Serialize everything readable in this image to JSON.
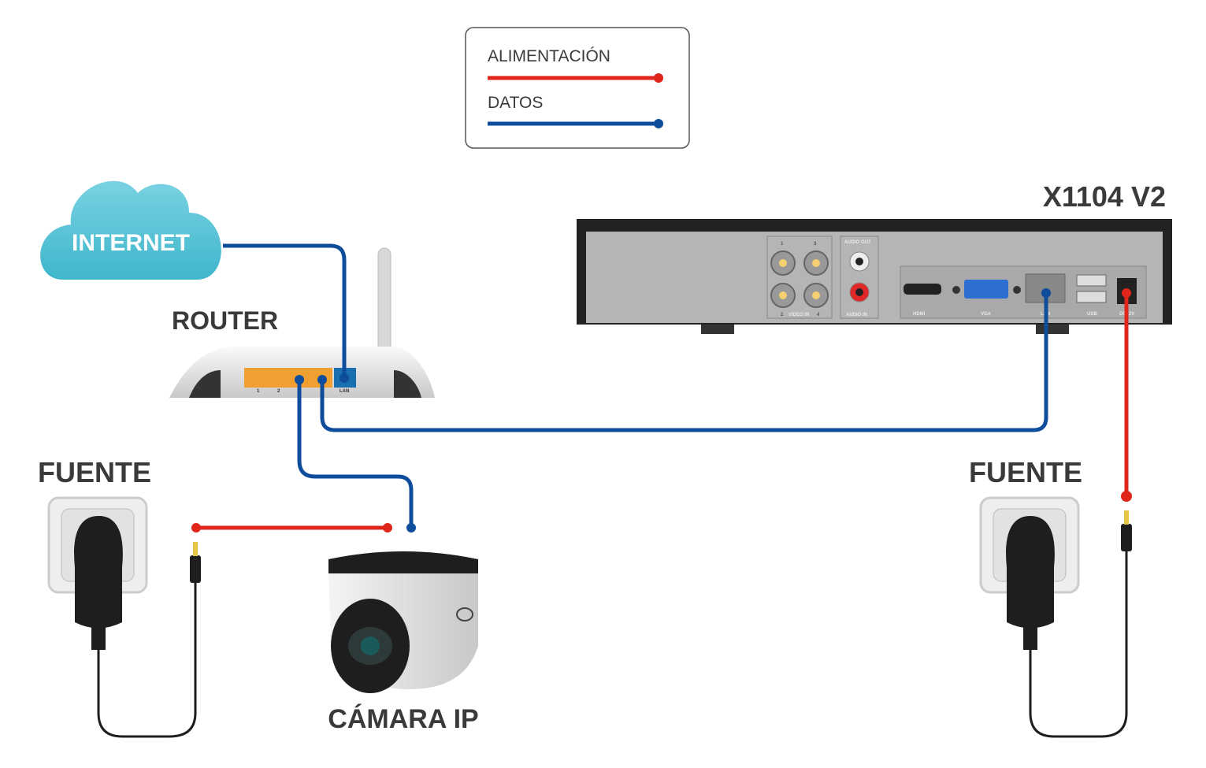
{
  "legend": {
    "items": [
      {
        "label": "ALIMENTACIÓN",
        "color": "#e0251b"
      },
      {
        "label": "DATOS",
        "color": "#0e4d9c"
      }
    ]
  },
  "nodes": {
    "internet": "INTERNET",
    "router": "ROUTER",
    "router_ports": [
      "1",
      "2",
      "LAN"
    ],
    "dvr_model": "X1104 V2",
    "dvr_ports": {
      "video_in": "VIDEO IN",
      "video_numbers": [
        "1",
        "2",
        "3",
        "4"
      ],
      "audio_out": "AUDIO OUT",
      "audio_in": "AUDIO IN",
      "hdmi": "HDMI",
      "vga": "VGA",
      "lan": "LAN",
      "usb": "USB",
      "dc": "DC12V"
    },
    "power_left": "FUENTE",
    "power_right": "FUENTE",
    "camera": "CÁMARA IP"
  },
  "colors": {
    "power": "#e0251b",
    "data": "#0e4d9c",
    "cloud": "#5cc4d8"
  }
}
